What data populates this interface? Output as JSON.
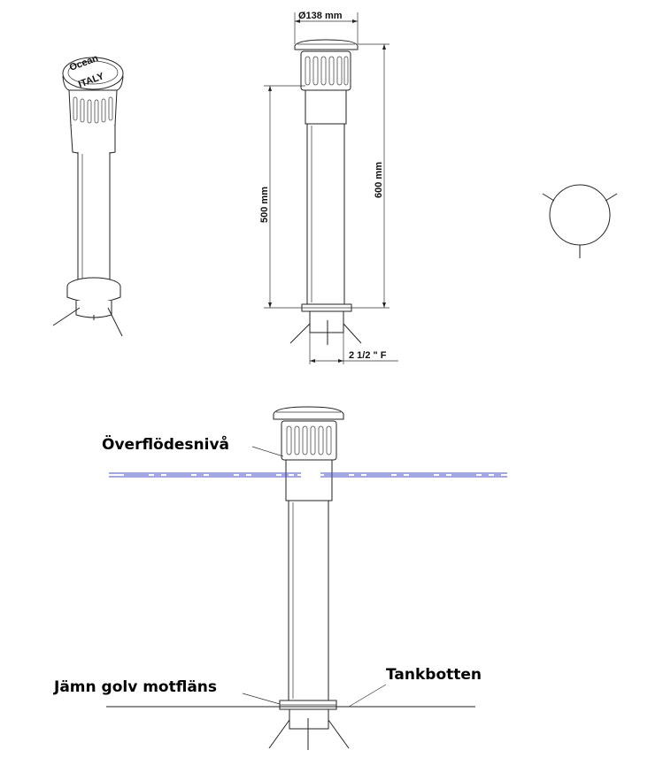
{
  "dimensions": {
    "cap_diameter": "Ø138 mm",
    "height_500": "500 mm",
    "height_600": "600 mm",
    "thread": "2 1/2 \" F"
  },
  "cap_text": {
    "brand": "Ocean",
    "origin": "ITALY"
  },
  "labels": {
    "overflow_level": "Överflödesnivå",
    "floor_flange": "Jämn golv motfläns",
    "tank_bottom": "Tankbotten"
  },
  "colors": {
    "water_level_line": "#4a50c4",
    "line": "#222222"
  }
}
